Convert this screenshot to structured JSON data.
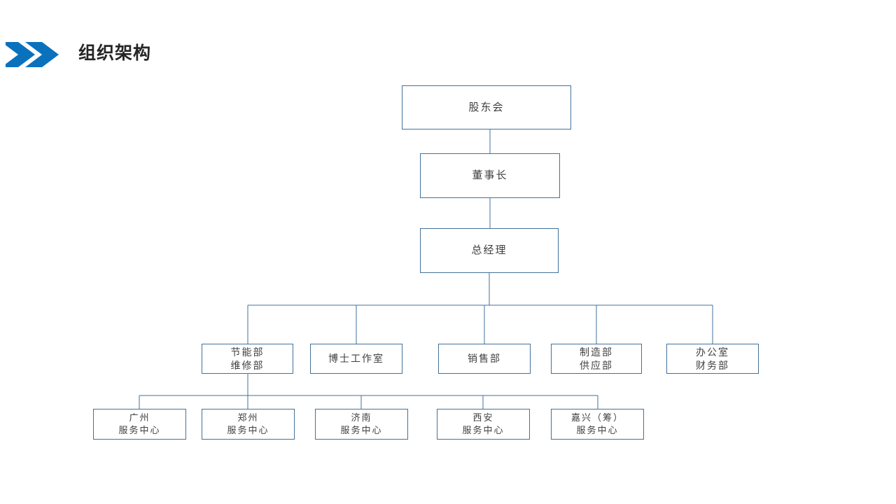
{
  "header": {
    "title": "组织架构",
    "chevron_icon": "double-chevron-right-icon",
    "accent_color": "#0A72BD",
    "title_color": "#262626"
  },
  "chart_data": {
    "type": "diagram",
    "diagram_kind": "org-chart",
    "title": "组织架构",
    "box_border_color": "#41719C",
    "connector_color": "#41719C",
    "text_color": "#404040",
    "levels": [
      {
        "level": 1,
        "nodes": [
          {
            "id": "shareholders",
            "lines": [
              "股东会"
            ]
          }
        ]
      },
      {
        "level": 2,
        "nodes": [
          {
            "id": "chairman",
            "lines": [
              "董事长"
            ]
          }
        ]
      },
      {
        "level": 3,
        "nodes": [
          {
            "id": "general-manager",
            "lines": [
              "总经理"
            ]
          }
        ]
      },
      {
        "level": 4,
        "nodes": [
          {
            "id": "dept-energy",
            "lines": [
              "节能部",
              "维修部"
            ]
          },
          {
            "id": "dept-doctor-studio",
            "lines": [
              "博士工作室"
            ]
          },
          {
            "id": "dept-sales",
            "lines": [
              "销售部"
            ]
          },
          {
            "id": "dept-manufacturing",
            "lines": [
              "制造部",
              "供应部"
            ]
          },
          {
            "id": "dept-office",
            "lines": [
              "办公室",
              "财务部"
            ]
          }
        ]
      },
      {
        "level": 5,
        "nodes": [
          {
            "id": "center-guangzhou",
            "lines": [
              "广州",
              "服务中心"
            ]
          },
          {
            "id": "center-zhengzhou",
            "lines": [
              "郑州",
              "服务中心"
            ]
          },
          {
            "id": "center-jinan",
            "lines": [
              "济南",
              "服务中心"
            ]
          },
          {
            "id": "center-xian",
            "lines": [
              "西安",
              "服务中心"
            ]
          },
          {
            "id": "center-jiaxing",
            "lines": [
              "嘉兴（筹）",
              "服务中心"
            ]
          }
        ]
      }
    ],
    "edges": [
      {
        "from": "shareholders",
        "to": "chairman"
      },
      {
        "from": "chairman",
        "to": "general-manager"
      },
      {
        "from": "general-manager",
        "to": "dept-energy"
      },
      {
        "from": "general-manager",
        "to": "dept-doctor-studio"
      },
      {
        "from": "general-manager",
        "to": "dept-sales"
      },
      {
        "from": "general-manager",
        "to": "dept-manufacturing"
      },
      {
        "from": "general-manager",
        "to": "dept-office"
      },
      {
        "from": "dept-energy",
        "to": "center-guangzhou"
      },
      {
        "from": "dept-energy",
        "to": "center-zhengzhou"
      },
      {
        "from": "dept-energy",
        "to": "center-jinan"
      },
      {
        "from": "dept-energy",
        "to": "center-xian"
      },
      {
        "from": "dept-energy",
        "to": "center-jiaxing"
      }
    ]
  }
}
